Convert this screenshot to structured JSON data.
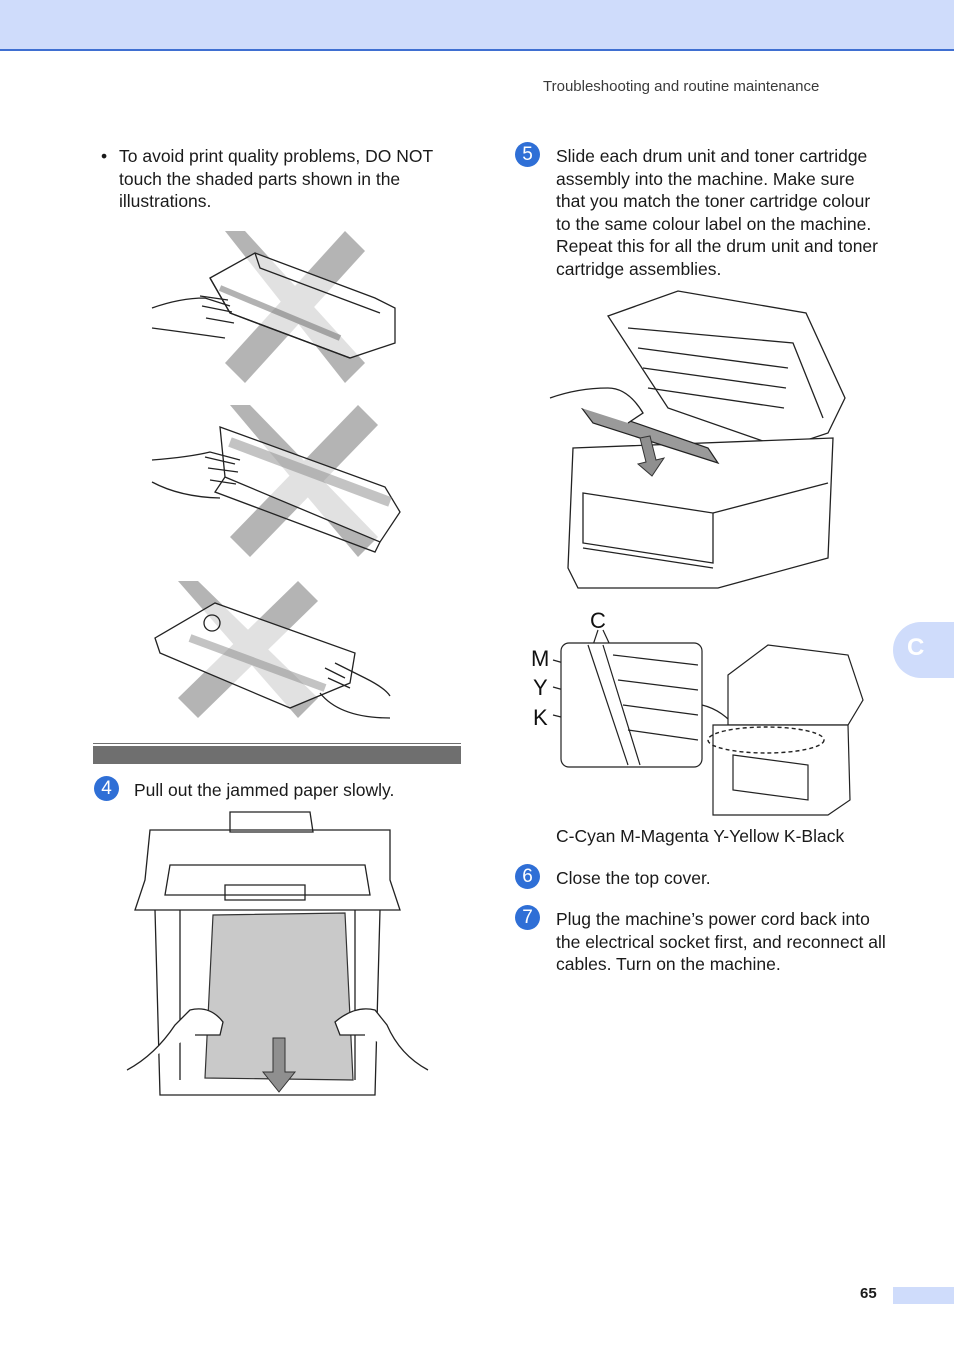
{
  "header": {
    "section_title": "Troubleshooting and routine maintenance"
  },
  "side_tab": {
    "letter": "C"
  },
  "note": {
    "bullet": "•",
    "text": "To avoid print quality problems, DO NOT touch the shaded parts shown in the illustrations."
  },
  "steps": [
    {
      "number": "4",
      "text": "Pull out the jammed paper slowly."
    },
    {
      "number": "5",
      "text": "Slide each drum unit and toner cartridge assembly into the machine. Make sure that you match the toner cartridge colour to the same colour label on the machine. Repeat this for all the drum unit and toner cartridge assemblies."
    },
    {
      "number": "6",
      "text": "Close the top cover."
    },
    {
      "number": "7",
      "text": "Plug the machine’s power cord back into the electrical socket first, and reconnect all cables. Turn on the machine."
    }
  ],
  "color_labels": {
    "c": "C",
    "m": "M",
    "y": "Y",
    "k": "K"
  },
  "color_legend": "C-Cyan M-Magenta Y-Yellow K-Black",
  "footer": {
    "page_number": "65"
  },
  "colors": {
    "accent": "#2f6fd6",
    "band": "#cfdcfb",
    "x_mark": "#a7a7a7",
    "paper": "#c9c9c9"
  }
}
